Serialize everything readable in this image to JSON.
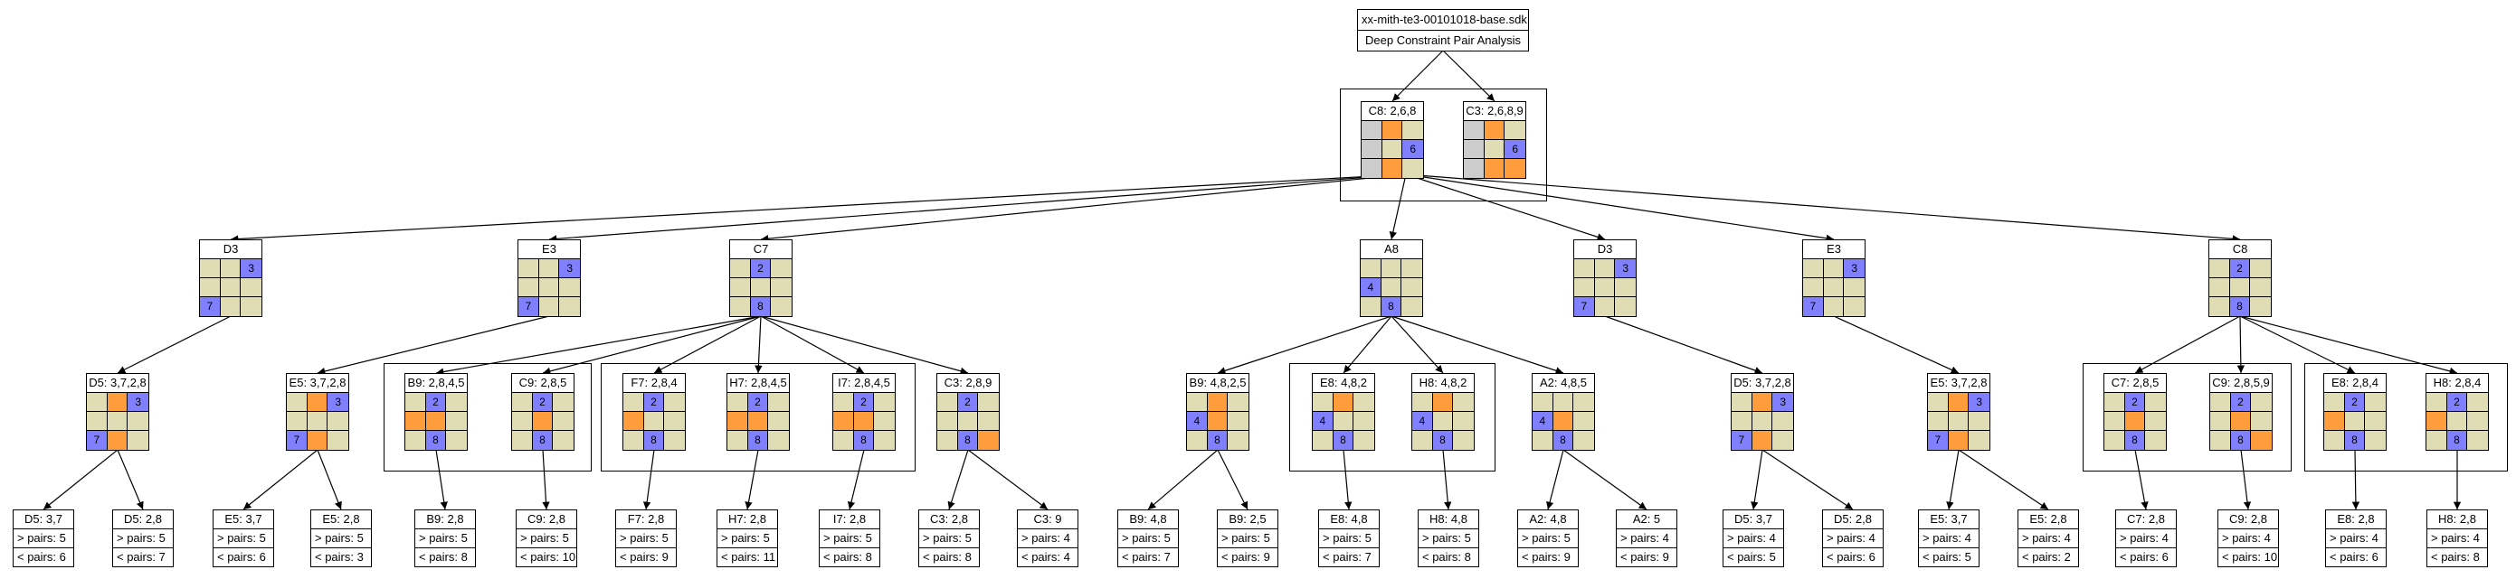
{
  "title": {
    "line1": "xx-mith-te3-00101018-base.sdk",
    "line2": "Deep Constraint Pair Analysis"
  },
  "colors": {
    "digit_bg": "#e0ddb5",
    "grey": "#cccccc",
    "orange": "#ff9d3c",
    "blue": "#8080ff"
  },
  "nodes": [
    {
      "id": "c8top",
      "label": "C8: 2,6,8",
      "cells": [
        "g",
        "o",
        "d",
        "g",
        "d",
        "b",
        "g",
        "o",
        "d"
      ],
      "vals": [
        "",
        "",
        "",
        "",
        "",
        "6",
        "",
        "",
        ""
      ]
    },
    {
      "id": "c3top",
      "label": "C3: 2,6,8,9",
      "cells": [
        "g",
        "o",
        "d",
        "g",
        "d",
        "b",
        "g",
        "o",
        "o"
      ],
      "vals": [
        "",
        "",
        "",
        "",
        "",
        "6",
        "",
        "",
        ""
      ]
    },
    {
      "id": "d3a",
      "label": "D3",
      "cells": [
        "d",
        "d",
        "b",
        "d",
        "d",
        "d",
        "b",
        "d",
        "d"
      ],
      "vals": [
        "",
        "",
        "3",
        "",
        "",
        "",
        "7",
        "",
        ""
      ]
    },
    {
      "id": "e3a",
      "label": "E3",
      "cells": [
        "d",
        "d",
        "b",
        "d",
        "d",
        "d",
        "b",
        "d",
        "d"
      ],
      "vals": [
        "",
        "",
        "3",
        "",
        "",
        "",
        "7",
        "",
        ""
      ]
    },
    {
      "id": "c7",
      "label": "C7",
      "cells": [
        "d",
        "b",
        "d",
        "d",
        "d",
        "d",
        "d",
        "b",
        "d"
      ],
      "vals": [
        "",
        "2",
        "",
        "",
        "",
        "",
        "",
        "8",
        ""
      ]
    },
    {
      "id": "a8",
      "label": "A8",
      "cells": [
        "d",
        "d",
        "d",
        "b",
        "d",
        "d",
        "d",
        "b",
        "d"
      ],
      "vals": [
        "",
        "",
        "",
        "4",
        "",
        "",
        "",
        "8",
        ""
      ]
    },
    {
      "id": "d3b",
      "label": "D3",
      "cells": [
        "d",
        "d",
        "b",
        "d",
        "d",
        "d",
        "b",
        "d",
        "d"
      ],
      "vals": [
        "",
        "",
        "3",
        "",
        "",
        "",
        "7",
        "",
        ""
      ]
    },
    {
      "id": "e3b",
      "label": "E3",
      "cells": [
        "d",
        "d",
        "b",
        "d",
        "d",
        "d",
        "b",
        "d",
        "d"
      ],
      "vals": [
        "",
        "",
        "3",
        "",
        "",
        "",
        "7",
        "",
        ""
      ]
    },
    {
      "id": "c8b",
      "label": "C8",
      "cells": [
        "d",
        "b",
        "d",
        "d",
        "d",
        "d",
        "d",
        "b",
        "d"
      ],
      "vals": [
        "",
        "2",
        "",
        "",
        "",
        "",
        "",
        "8",
        ""
      ]
    },
    {
      "id": "d5a",
      "label": "D5: 3,7,2,8",
      "cells": [
        "d",
        "o",
        "b",
        "d",
        "d",
        "d",
        "b",
        "o",
        "d"
      ],
      "vals": [
        "",
        "",
        "3",
        "",
        "",
        "",
        "7",
        "",
        ""
      ]
    },
    {
      "id": "e5a",
      "label": "E5: 3,7,2,8",
      "cells": [
        "d",
        "o",
        "b",
        "d",
        "d",
        "d",
        "b",
        "o",
        "d"
      ],
      "vals": [
        "",
        "",
        "3",
        "",
        "",
        "",
        "7",
        "",
        ""
      ]
    },
    {
      "id": "b9a",
      "label": "B9: 2,8,4,5",
      "cells": [
        "d",
        "b",
        "d",
        "o",
        "o",
        "d",
        "d",
        "b",
        "d"
      ],
      "vals": [
        "",
        "2",
        "",
        "",
        "",
        "",
        "",
        "8",
        ""
      ]
    },
    {
      "id": "c9a",
      "label": "C9: 2,8,5",
      "cells": [
        "d",
        "b",
        "d",
        "d",
        "o",
        "d",
        "d",
        "b",
        "d"
      ],
      "vals": [
        "",
        "2",
        "",
        "",
        "",
        "",
        "",
        "8",
        ""
      ]
    },
    {
      "id": "f7",
      "label": "F7: 2,8,4",
      "cells": [
        "d",
        "b",
        "d",
        "o",
        "d",
        "d",
        "d",
        "b",
        "d"
      ],
      "vals": [
        "",
        "2",
        "",
        "",
        "",
        "",
        "",
        "8",
        ""
      ]
    },
    {
      "id": "h7",
      "label": "H7: 2,8,4,5",
      "cells": [
        "d",
        "b",
        "d",
        "o",
        "o",
        "d",
        "d",
        "b",
        "d"
      ],
      "vals": [
        "",
        "2",
        "",
        "",
        "",
        "",
        "",
        "8",
        ""
      ]
    },
    {
      "id": "i7",
      "label": "I7: 2,8,4,5",
      "cells": [
        "d",
        "b",
        "d",
        "o",
        "o",
        "d",
        "d",
        "b",
        "d"
      ],
      "vals": [
        "",
        "2",
        "",
        "",
        "",
        "",
        "",
        "8",
        ""
      ]
    },
    {
      "id": "c3",
      "label": "C3: 2,8,9",
      "cells": [
        "d",
        "b",
        "d",
        "d",
        "d",
        "d",
        "d",
        "b",
        "o"
      ],
      "vals": [
        "",
        "2",
        "",
        "",
        "",
        "",
        "",
        "8",
        ""
      ]
    },
    {
      "id": "b9b",
      "label": "B9: 4,8,2,5",
      "cells": [
        "d",
        "o",
        "d",
        "b",
        "o",
        "d",
        "d",
        "b",
        "d"
      ],
      "vals": [
        "",
        "",
        "",
        "4",
        "",
        "",
        "",
        "8",
        ""
      ]
    },
    {
      "id": "e8",
      "label": "E8: 4,8,2",
      "cells": [
        "d",
        "o",
        "d",
        "b",
        "d",
        "d",
        "d",
        "b",
        "d"
      ],
      "vals": [
        "",
        "",
        "",
        "4",
        "",
        "",
        "",
        "8",
        ""
      ]
    },
    {
      "id": "h8a",
      "label": "H8: 4,8,2",
      "cells": [
        "d",
        "o",
        "d",
        "b",
        "d",
        "d",
        "d",
        "b",
        "d"
      ],
      "vals": [
        "",
        "",
        "",
        "4",
        "",
        "",
        "",
        "8",
        ""
      ]
    },
    {
      "id": "a2",
      "label": "A2: 4,8,5",
      "cells": [
        "d",
        "d",
        "d",
        "b",
        "o",
        "d",
        "d",
        "b",
        "d"
      ],
      "vals": [
        "",
        "",
        "",
        "4",
        "",
        "",
        "",
        "8",
        ""
      ]
    },
    {
      "id": "d5b",
      "label": "D5: 3,7,2,8",
      "cells": [
        "d",
        "o",
        "b",
        "d",
        "d",
        "d",
        "b",
        "o",
        "d"
      ],
      "vals": [
        "",
        "",
        "3",
        "",
        "",
        "",
        "7",
        "",
        ""
      ]
    },
    {
      "id": "e5b",
      "label": "E5: 3,7,2,8",
      "cells": [
        "d",
        "o",
        "b",
        "d",
        "d",
        "d",
        "b",
        "o",
        "d"
      ],
      "vals": [
        "",
        "",
        "3",
        "",
        "",
        "",
        "7",
        "",
        ""
      ]
    },
    {
      "id": "c7b",
      "label": "C7: 2,8,5",
      "cells": [
        "d",
        "b",
        "d",
        "d",
        "o",
        "d",
        "d",
        "b",
        "d"
      ],
      "vals": [
        "",
        "2",
        "",
        "",
        "",
        "",
        "",
        "8",
        ""
      ]
    },
    {
      "id": "c9b",
      "label": "C9: 2,8,5,9",
      "cells": [
        "d",
        "b",
        "d",
        "d",
        "o",
        "d",
        "d",
        "b",
        "o"
      ],
      "vals": [
        "",
        "2",
        "",
        "",
        "",
        "",
        "",
        "8",
        ""
      ]
    },
    {
      "id": "e8b",
      "label": "E8: 2,8,4",
      "cells": [
        "d",
        "b",
        "d",
        "o",
        "d",
        "d",
        "d",
        "b",
        "d"
      ],
      "vals": [
        "",
        "2",
        "",
        "",
        "",
        "",
        "",
        "8",
        ""
      ]
    },
    {
      "id": "h8b",
      "label": "H8: 2,8,4",
      "cells": [
        "d",
        "b",
        "d",
        "o",
        "d",
        "d",
        "d",
        "b",
        "d"
      ],
      "vals": [
        "",
        "2",
        "",
        "",
        "",
        "",
        "",
        "8",
        ""
      ]
    }
  ],
  "leaves": [
    {
      "id": "l1",
      "label": "D5: 3,7",
      "gt": "> pairs: 5",
      "lt": "< pairs: 6"
    },
    {
      "id": "l2",
      "label": "D5: 2,8",
      "gt": "> pairs: 5",
      "lt": "< pairs: 7"
    },
    {
      "id": "l3",
      "label": "E5: 3,7",
      "gt": "> pairs: 5",
      "lt": "< pairs: 6"
    },
    {
      "id": "l4",
      "label": "E5: 2,8",
      "gt": "> pairs: 5",
      "lt": "< pairs: 3"
    },
    {
      "id": "l5",
      "label": "B9: 2,8",
      "gt": "> pairs: 5",
      "lt": "< pairs: 8"
    },
    {
      "id": "l6",
      "label": "C9: 2,8",
      "gt": "> pairs: 5",
      "lt": "< pairs: 10"
    },
    {
      "id": "l7",
      "label": "F7: 2,8",
      "gt": "> pairs: 5",
      "lt": "< pairs: 9"
    },
    {
      "id": "l8",
      "label": "H7: 2,8",
      "gt": "> pairs: 5",
      "lt": "< pairs: 11"
    },
    {
      "id": "l9",
      "label": "I7: 2,8",
      "gt": "> pairs: 5",
      "lt": "< pairs: 8"
    },
    {
      "id": "l10",
      "label": "C3: 2,8",
      "gt": "> pairs: 5",
      "lt": "< pairs: 8"
    },
    {
      "id": "l11",
      "label": "C3: 9",
      "gt": "> pairs: 4",
      "lt": "< pairs: 4"
    },
    {
      "id": "l12",
      "label": "B9: 4,8",
      "gt": "> pairs: 5",
      "lt": "< pairs: 7"
    },
    {
      "id": "l13",
      "label": "B9: 2,5",
      "gt": "> pairs: 5",
      "lt": "< pairs: 9"
    },
    {
      "id": "l14",
      "label": "E8: 4,8",
      "gt": "> pairs: 5",
      "lt": "< pairs: 7"
    },
    {
      "id": "l15",
      "label": "H8: 4,8",
      "gt": "> pairs: 5",
      "lt": "< pairs: 8"
    },
    {
      "id": "l16",
      "label": "A2: 4,8",
      "gt": "> pairs: 5",
      "lt": "< pairs: 9"
    },
    {
      "id": "l17",
      "label": "A2: 5",
      "gt": "> pairs: 4",
      "lt": "< pairs: 9"
    },
    {
      "id": "l18",
      "label": "D5: 3,7",
      "gt": "> pairs: 4",
      "lt": "< pairs: 5"
    },
    {
      "id": "l19",
      "label": "D5: 2,8",
      "gt": "> pairs: 4",
      "lt": "< pairs: 6"
    },
    {
      "id": "l20",
      "label": "E5: 3,7",
      "gt": "> pairs: 4",
      "lt": "< pairs: 5"
    },
    {
      "id": "l21",
      "label": "E5: 2,8",
      "gt": "> pairs: 4",
      "lt": "< pairs: 2"
    },
    {
      "id": "l22",
      "label": "C7: 2,8",
      "gt": "> pairs: 4",
      "lt": "< pairs: 6"
    },
    {
      "id": "l23",
      "label": "C9: 2,8",
      "gt": "> pairs: 4",
      "lt": "< pairs: 10"
    },
    {
      "id": "l24",
      "label": "E8: 2,8",
      "gt": "> pairs: 4",
      "lt": "< pairs: 6"
    },
    {
      "id": "l25",
      "label": "H8: 2,8",
      "gt": "> pairs: 4",
      "lt": "< pairs: 8"
    }
  ],
  "edges": [
    [
      "title",
      "c8top"
    ],
    [
      "title",
      "c3top"
    ],
    [
      "c8top",
      "d3a"
    ],
    [
      "c8top",
      "e3a"
    ],
    [
      "c8top",
      "c7"
    ],
    [
      "c8top",
      "a8"
    ],
    [
      "c8top",
      "d3b"
    ],
    [
      "c8top",
      "e3b"
    ],
    [
      "c8top",
      "c8b"
    ],
    [
      "d3a",
      "d5a"
    ],
    [
      "e3a",
      "e5a"
    ],
    [
      "c7",
      "b9a"
    ],
    [
      "c7",
      "c9a"
    ],
    [
      "c7",
      "f7"
    ],
    [
      "c7",
      "h7"
    ],
    [
      "c7",
      "i7"
    ],
    [
      "c7",
      "c3"
    ],
    [
      "a8",
      "b9b"
    ],
    [
      "a8",
      "e8"
    ],
    [
      "a8",
      "h8a"
    ],
    [
      "a8",
      "a2"
    ],
    [
      "d3b",
      "d5b"
    ],
    [
      "e3b",
      "e5b"
    ],
    [
      "c8b",
      "c7b"
    ],
    [
      "c8b",
      "c9b"
    ],
    [
      "c8b",
      "e8b"
    ],
    [
      "c8b",
      "h8b"
    ],
    [
      "d5a",
      "l1"
    ],
    [
      "d5a",
      "l2"
    ],
    [
      "e5a",
      "l3"
    ],
    [
      "e5a",
      "l4"
    ],
    [
      "b9a",
      "l5"
    ],
    [
      "c9a",
      "l6"
    ],
    [
      "f7",
      "l7"
    ],
    [
      "h7",
      "l8"
    ],
    [
      "i7",
      "l9"
    ],
    [
      "c3",
      "l10"
    ],
    [
      "c3",
      "l11"
    ],
    [
      "b9b",
      "l12"
    ],
    [
      "b9b",
      "l13"
    ],
    [
      "e8",
      "l14"
    ],
    [
      "h8a",
      "l15"
    ],
    [
      "a2",
      "l16"
    ],
    [
      "a2",
      "l17"
    ],
    [
      "d5b",
      "l18"
    ],
    [
      "d5b",
      "l19"
    ],
    [
      "e5b",
      "l20"
    ],
    [
      "e5b",
      "l21"
    ],
    [
      "c7b",
      "l22"
    ],
    [
      "c9b",
      "l23"
    ],
    [
      "e8b",
      "l24"
    ],
    [
      "h8b",
      "l25"
    ]
  ]
}
